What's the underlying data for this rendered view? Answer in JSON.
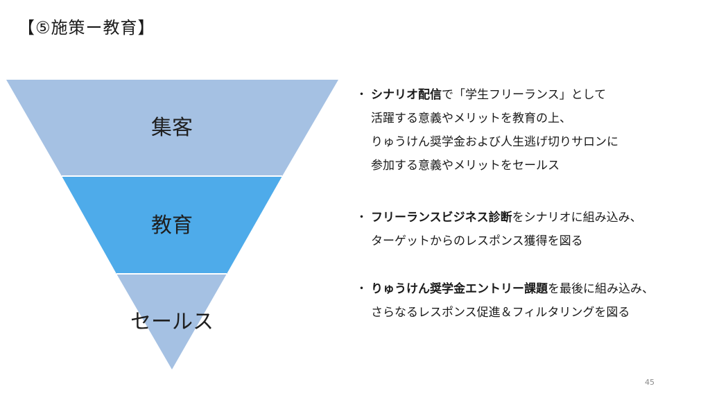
{
  "slide": {
    "title": "【⑤施策ー教育】",
    "page_number": "45",
    "colors": {
      "top_tier": "#a5c1e3",
      "middle_tier": "#4eabea",
      "bottom_tier": "#a5c1e3"
    }
  },
  "funnel": {
    "tiers": [
      {
        "label": "集客"
      },
      {
        "label": "教育"
      },
      {
        "label": "セールス"
      }
    ]
  },
  "bullets": [
    {
      "marker": "・",
      "bold": "シナリオ配信",
      "rest": "で「学生フリーランス」として",
      "lines": [
        "活躍する意義やメリットを教育の上、",
        "りゅうけん奨学金および人生逃げ切りサロンに",
        "参加する意義やメリットをセールス"
      ]
    },
    {
      "marker": "・",
      "bold": "フリーランスビジネス診断",
      "rest": "をシナリオに組み込み、",
      "lines": [
        "ターゲットからのレスポンス獲得を図る"
      ]
    },
    {
      "marker": "・",
      "bold": "りゅうけん奨学金エントリー課題",
      "rest": "を最後に組み込み、",
      "lines": [
        "さらなるレスポンス促進＆フィルタリングを図る"
      ]
    }
  ]
}
